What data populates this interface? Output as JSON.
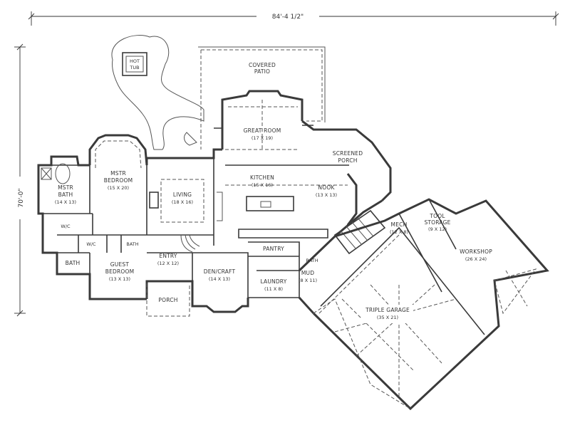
{
  "dimensions": {
    "width": "84'-4 1/2\"",
    "depth": "70'-0\""
  },
  "hot_tub": {
    "line1": "HOT",
    "line2": "TUB"
  },
  "rooms": {
    "covered_patio": {
      "line1": "COVERED",
      "line2": "PATIO"
    },
    "great_room": {
      "name": "GREAT ROOM",
      "size": "(17 X 19)"
    },
    "screened_porch": {
      "line1": "SCREENED",
      "line2": "PORCH"
    },
    "mstr_bedroom": {
      "line1": "MSTR",
      "line2": "BEDROOM",
      "size": "(15 X 20)"
    },
    "mstr_bath": {
      "line1": "MSTR",
      "line2": "BATH",
      "size": "(14 X 13)"
    },
    "living": {
      "name": "LIVING",
      "size": "(18 X 16)"
    },
    "kitchen": {
      "name": "KITCHEN",
      "size": "(15 X 16)"
    },
    "nook": {
      "name": "NOOK",
      "size": "(13 X 13)"
    },
    "wic": "W/C",
    "wic2": "W/C",
    "bath_small": "BATH",
    "bath": "BATH",
    "guest_bedroom": {
      "line1": "GUEST",
      "line2": "BEDROOM",
      "size": "(13 X 13)"
    },
    "entry": {
      "name": "ENTRY",
      "size": "(12 X 12)"
    },
    "den_craft": {
      "name": "DEN/CRAFT",
      "size": "(14 X 13)"
    },
    "porch": "PORCH",
    "pantry": "PANTRY",
    "laundry": {
      "name": "LAUNDRY",
      "size": "(11 X 8)"
    },
    "mud": {
      "name": "MUD",
      "size": "(8 X 11)"
    },
    "bath_mud": "BATH",
    "mech": {
      "name": "MECH",
      "size": "(12 X 8)"
    },
    "tool_storage": {
      "line1": "TOOL",
      "line2": "STORAGE",
      "size": "(9 X 12)"
    },
    "workshop": {
      "name": "WORKSHOP",
      "size": "(26 X 24)"
    },
    "triple_garage": {
      "name": "TRIPLE GARAGE",
      "size": "(35 X 21)"
    }
  }
}
